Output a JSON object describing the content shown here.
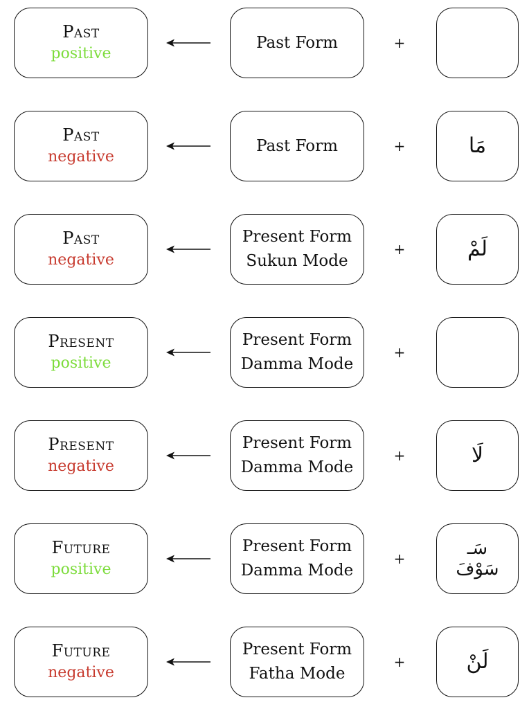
{
  "colors": {
    "positive": "#7ddc3c",
    "negative": "#c73a2e",
    "line": "#111111"
  },
  "icons": {
    "arrow": "arrow-left-icon",
    "plus": "plus-icon"
  },
  "plus_symbol": "+",
  "rows": [
    {
      "tense": "Past",
      "polarity": "positive",
      "polarity_type": "positive",
      "form_lines": [
        "Past Form"
      ],
      "particle": ""
    },
    {
      "tense": "Past",
      "polarity": "negative",
      "polarity_type": "negative",
      "form_lines": [
        "Past Form"
      ],
      "particle": "مَا"
    },
    {
      "tense": "Past",
      "polarity": "negative",
      "polarity_type": "negative",
      "form_lines": [
        "Present Form",
        "Sukun Mode"
      ],
      "particle": "لَمْ"
    },
    {
      "tense": "Present",
      "polarity": "positive",
      "polarity_type": "positive",
      "form_lines": [
        "Present Form",
        "Damma Mode"
      ],
      "particle": ""
    },
    {
      "tense": "Present",
      "polarity": "negative",
      "polarity_type": "negative",
      "form_lines": [
        "Present Form",
        "Damma Mode"
      ],
      "particle": "لَا"
    },
    {
      "tense": "Future",
      "polarity": "positive",
      "polarity_type": "positive",
      "form_lines": [
        "Present Form",
        "Damma Mode"
      ],
      "particle_lines": [
        "سَـ",
        "سَوْفَ"
      ]
    },
    {
      "tense": "Future",
      "polarity": "negative",
      "polarity_type": "negative",
      "form_lines": [
        "Present Form",
        "Fatha Mode"
      ],
      "particle": "لَنْ"
    }
  ]
}
